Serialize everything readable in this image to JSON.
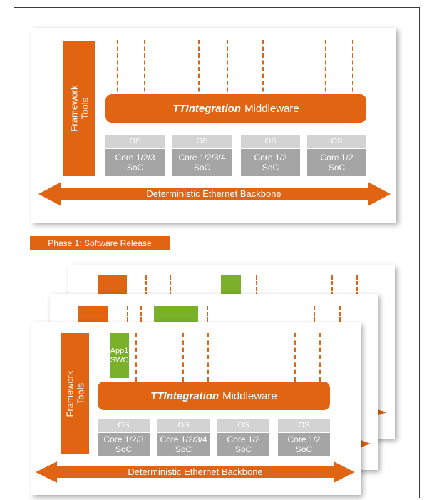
{
  "framework_label": "Framework Tools",
  "middleware": {
    "brand": "TTIntegration",
    "suffix": "Middleware"
  },
  "ecus": [
    {
      "os": "OS",
      "core": "Core 1/2/3",
      "soc": "SoC"
    },
    {
      "os": "OS",
      "core": "Core 1/2/3/4",
      "soc": "SoC"
    },
    {
      "os": "OS",
      "core": "Core 1/2",
      "soc": "SoC"
    },
    {
      "os": "OS",
      "core": "Core 1/2",
      "soc": "SoC"
    }
  ],
  "backbone_label": "Deterministic Ethernet Backbone",
  "phase_label": "Phase 1: Software Release",
  "app_label": "App1 SWC",
  "colors": {
    "orange": "#e06412",
    "green": "#7ab02a",
    "gray_os": "#d3d3d3",
    "gray_core": "#a5a5a5"
  }
}
